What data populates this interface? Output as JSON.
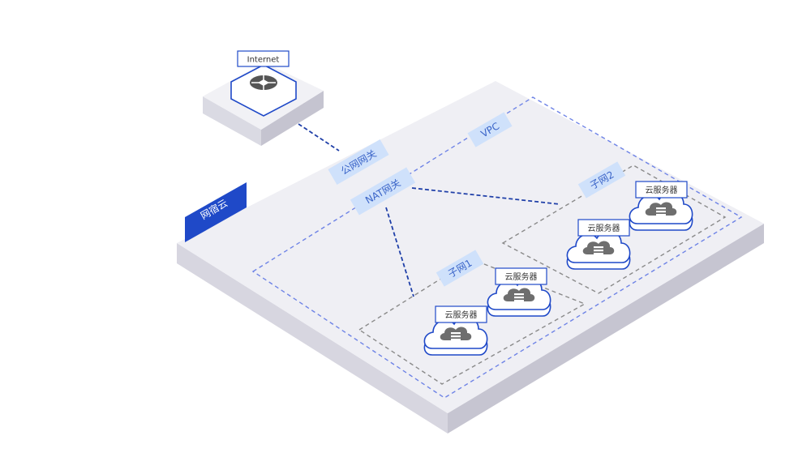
{
  "internet": {
    "label": "Internet"
  },
  "cloud_tag": {
    "label": "网宿云"
  },
  "vpc": {
    "label": "VPC"
  },
  "public_gateway": {
    "label": "公网网关"
  },
  "nat_gateway": {
    "label": "NAT网关"
  },
  "subnet1": {
    "label": "子网1"
  },
  "subnet2": {
    "label": "子网2"
  },
  "servers": [
    {
      "label": "云服务器"
    },
    {
      "label": "云服务器"
    },
    {
      "label": "云服务器"
    },
    {
      "label": "云服务器"
    }
  ],
  "colors": {
    "accent": "#1f49c8",
    "pill_bg": "#cfe1fb",
    "pill_text": "#3a64c8",
    "platform_top": "#efeff4",
    "platform_left": "#d7d6e0",
    "platform_right": "#c6c5d1",
    "dash_blue": "#6e83e6",
    "dash_gray": "#8a8a8a"
  }
}
